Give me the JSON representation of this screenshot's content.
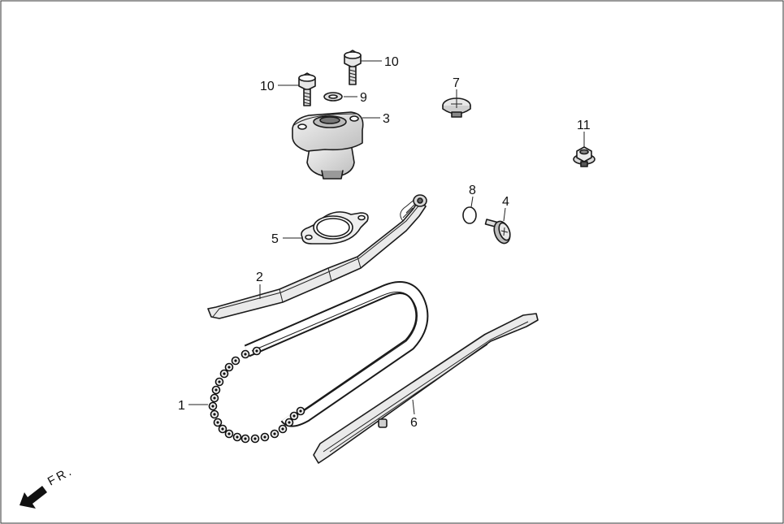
{
  "parts": [
    {
      "id": "chain",
      "callout": "1"
    },
    {
      "id": "tensioner-slipper",
      "callout": "2"
    },
    {
      "id": "tensioner-lifter",
      "callout": "3"
    },
    {
      "id": "pivot-bolt",
      "callout": "4"
    },
    {
      "id": "gasket",
      "callout": "5"
    },
    {
      "id": "guide-rail",
      "callout": "6"
    },
    {
      "id": "sealing-bolt",
      "callout": "7"
    },
    {
      "id": "o-ring",
      "callout": "8"
    },
    {
      "id": "washer",
      "callout": "9"
    },
    {
      "id": "bolt-left",
      "callout": "10"
    },
    {
      "id": "bolt-right",
      "callout": "10"
    },
    {
      "id": "flange-nut",
      "callout": "11"
    }
  ],
  "direction_label": "FR.",
  "colors": {
    "line": "#1a1a1a",
    "shade": "#cfcfcf",
    "background": "#ffffff"
  }
}
